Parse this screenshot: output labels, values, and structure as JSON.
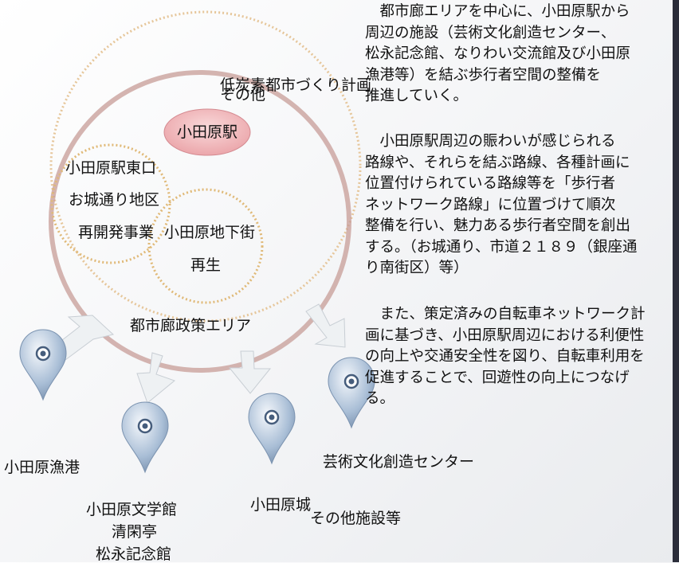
{
  "diagram": {
    "outer_circle_label_1": "低炭素都市づくり計画",
    "outer_circle_label_2": "その他",
    "center_node": "小田原駅",
    "left_circle_lines": [
      "小田原駅東口",
      "お城通り地区",
      "再開発事業"
    ],
    "right_circle_lines": [
      "小田原地下街",
      "再生"
    ],
    "policy_area_label": "都市廊政策エリア"
  },
  "facilities": [
    {
      "id": "fishing-port",
      "lines": [
        "小田原漁港"
      ]
    },
    {
      "id": "literature-museum",
      "lines": [
        "小田原文学館",
        "清閑亭",
        "松永記念館"
      ]
    },
    {
      "id": "castle",
      "lines": [
        "小田原城"
      ]
    },
    {
      "id": "arts-center",
      "lines": [
        "芸術文化創造センター"
      ]
    },
    {
      "id": "others",
      "lines": [
        "その他施設等"
      ]
    }
  ],
  "text_block": [
    {
      "lines": [
        "　都市廊エリアを中心に、小田原駅から",
        "周辺の施設（芸術文化創造センター、",
        "松永記念館、なりわい交流館及び小田原",
        "漁港等）を結ぶ歩行者空間の整備を",
        "推進していく。"
      ]
    },
    {
      "lines": [
        "　小田原駅周辺の賑わいが感じられる",
        "路線や、それらを結ぶ路線、各種計画に",
        "位置付けられている路線等を「歩行者",
        "ネットワーク路線」に位置づけて順次",
        "整備を行い、魅力ある歩行者空間を創出",
        "する。（お城通り、市道２１８９（銀座通",
        "り南街区）等）"
      ]
    },
    {
      "lines": [
        "　また、策定済みの自転車ネットワーク計",
        "画に基づき、小田原駅周辺における利便性",
        "の向上や交通安全性を図り、自転車利用を",
        "促進することで、回遊性の向上につなげ",
        "る。"
      ]
    }
  ],
  "colors": {
    "outer_ring": "#e6c69a",
    "middle_ring": "#b07b78",
    "inner_rings": "#e2c289",
    "center_fill": "#f0b5b8",
    "arrow": "#e8ecef",
    "pin": "#8fa8c4"
  }
}
